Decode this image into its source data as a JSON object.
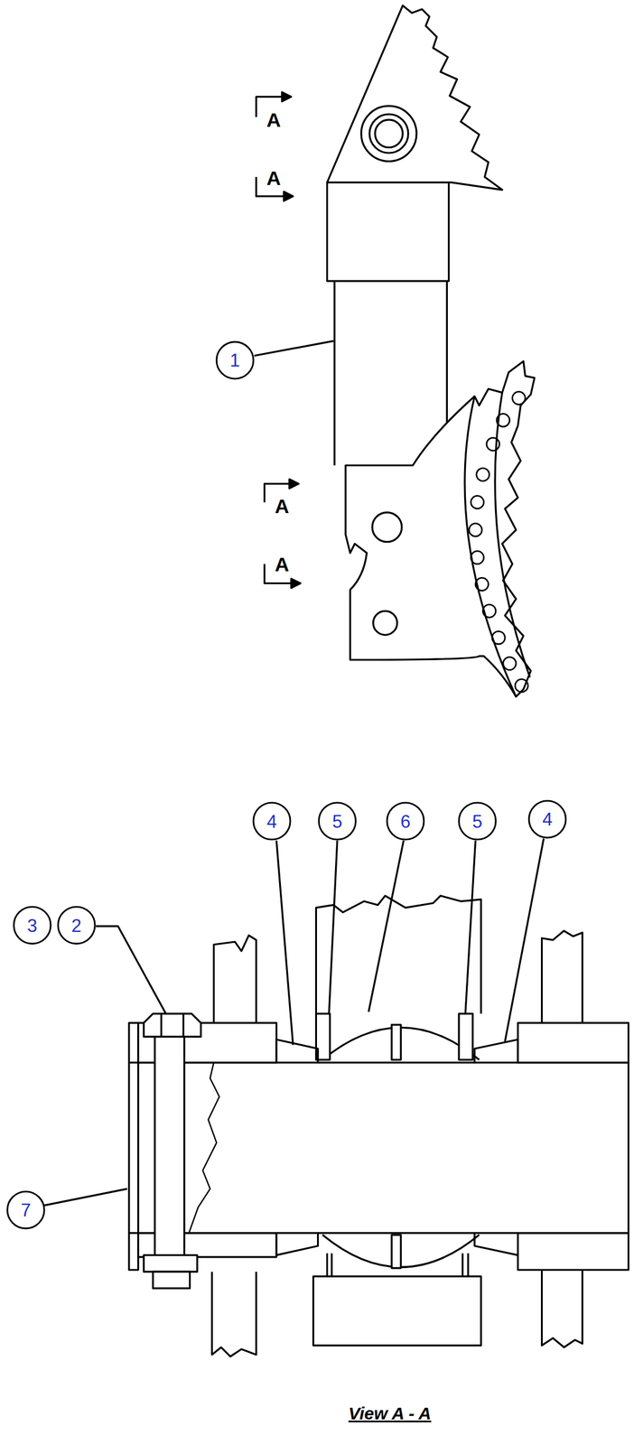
{
  "diagram": {
    "caption": "View A - A",
    "labels": [
      "A",
      "A",
      "A",
      "A",
      "1",
      "3",
      "2",
      "4",
      "5",
      "6",
      "5",
      "4",
      "7"
    ]
  }
}
